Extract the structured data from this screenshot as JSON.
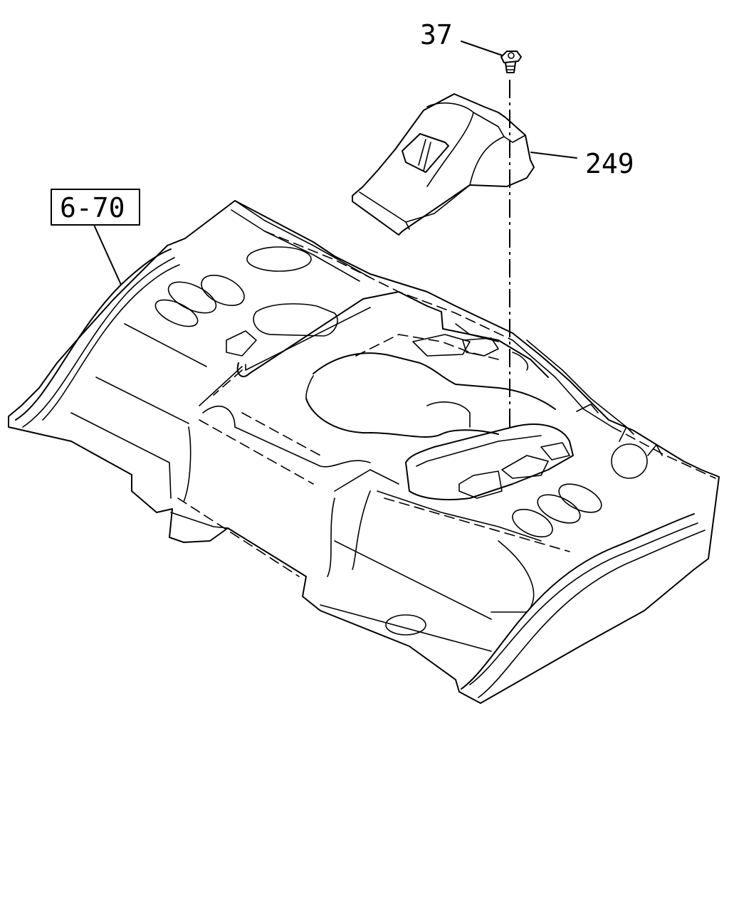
{
  "callouts": [
    {
      "id": "bolt",
      "label": "37"
    },
    {
      "id": "cover",
      "label": "249"
    },
    {
      "id": "floor-panel",
      "label": "6-70",
      "boxed": true
    }
  ],
  "colors": {
    "line": "#000000",
    "background": "#ffffff"
  }
}
